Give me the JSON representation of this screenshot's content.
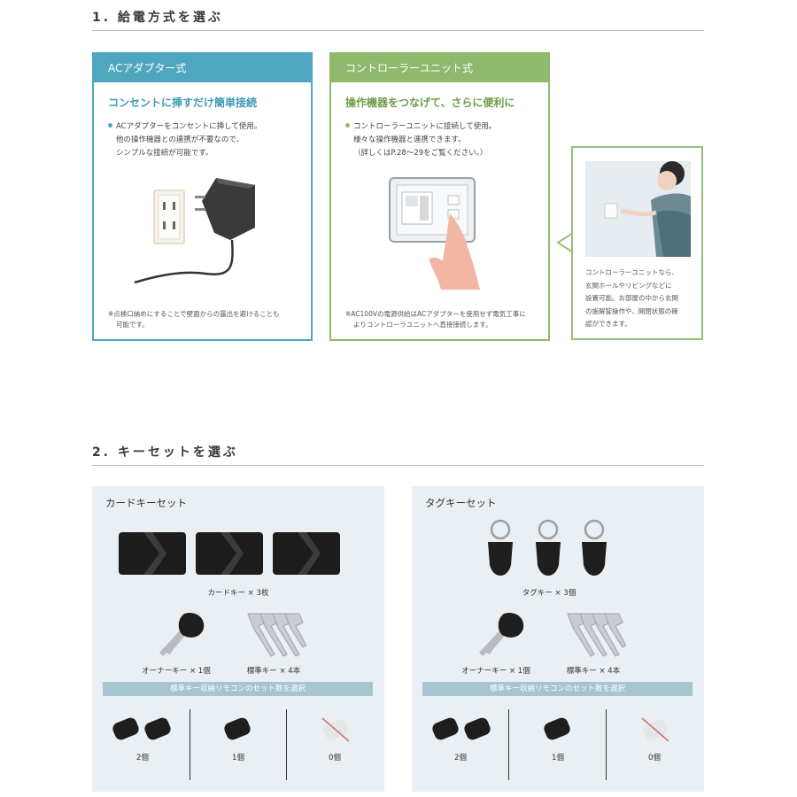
{
  "section1": {
    "title": "1. 給電方式を選ぶ",
    "ac": {
      "header": "ACアダプター式",
      "subtitle": "コンセントに挿すだけ簡単接続",
      "lines": [
        "ACアダプターをコンセントに挿して使用。",
        "他の操作機器との連携が不要なので、",
        "シンプルな接続が可能です。"
      ],
      "note": [
        "※点検口納めにすることで壁面からの露出を避けることも",
        "可能です。"
      ],
      "color": "#4ea6bf"
    },
    "controller": {
      "header": "コントローラーユニット式",
      "subtitle": "操作機器をつなげて、さらに便利に",
      "lines": [
        "コントローラーユニットに接続して使用。",
        "様々な操作機器と連携できます。",
        "（詳しくはP.28～29をご覧ください。）"
      ],
      "note": [
        "※AC100Vの電源供給はACアダプターを使用せず電気工事に",
        "よりコントローラユニットへ直接接続します。"
      ],
      "color": "#8fba6e"
    },
    "callout": [
      "コントローラーユニットなら、",
      "玄関ホールやリビングなどに",
      "設置可能。お部屋の中から玄関",
      "の施解錠操作や、開閉状態の確",
      "認ができます。"
    ]
  },
  "section2": {
    "title": "2. キーセットを選ぶ",
    "card_set": {
      "title": "カードキーセット",
      "main_caption": "カードキー × 3枚",
      "owner_caption": "オーナーキー × 1個",
      "standard_caption": "標準キー × 4本",
      "remote_bar": "標準キー収納リモコンのセット数を選択",
      "options": [
        "2個",
        "1個",
        "0個"
      ]
    },
    "tag_set": {
      "title": "タグキーセット",
      "main_caption": "タグキー × 3個",
      "owner_caption": "オーナーキー × 1個",
      "standard_caption": "標準キー × 4本",
      "remote_bar": "標準キー収納リモコンのセット数を選択",
      "options": [
        "2個",
        "1個",
        "0個"
      ]
    }
  }
}
